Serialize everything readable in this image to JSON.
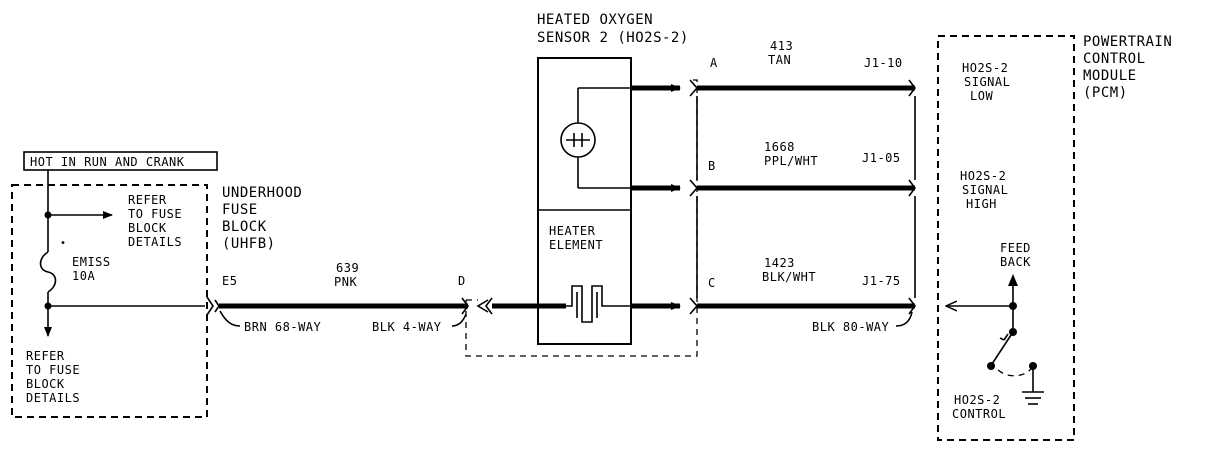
{
  "hot_label": "HOT IN RUN AND CRANK",
  "fuse_refer_top": [
    "REFER",
    "TO FUSE",
    "BLOCK",
    "DETAILS"
  ],
  "fuse_refer_bottom": [
    "REFER",
    "TO FUSE",
    "BLOCK",
    "DETAILS"
  ],
  "fuse_name": "EMISS",
  "fuse_rating": "10A",
  "fuse_block_title": [
    "UNDERHOOD",
    "FUSE",
    "BLOCK",
    "(UHFB)"
  ],
  "fuse_block_terminal": "E5",
  "wire1_circuit": "639",
  "wire1_color": "PNK",
  "wire1_end_terminal": "D",
  "connector_left": "BRN 68-WAY",
  "connector_mid": "BLK 4-WAY",
  "sensor_title": [
    "HEATED OXYGEN",
    "SENSOR 2 (HO2S-2)"
  ],
  "heater_label": [
    "HEATER",
    "ELEMENT"
  ],
  "pins": {
    "a": {
      "label": "A",
      "circuit": "413",
      "color": "TAN",
      "pcm_pin": "J1-10"
    },
    "b": {
      "label": "B",
      "circuit": "1668",
      "color": "PPL/WHT",
      "pcm_pin": "J1-05"
    },
    "c": {
      "label": "C",
      "circuit": "1423",
      "color": "BLK/WHT",
      "pcm_pin": "J1-75"
    }
  },
  "connector_right": "BLK 80-WAY",
  "pcm_title": [
    "POWERTRAIN",
    "CONTROL",
    "MODULE",
    "(PCM)"
  ],
  "signal_low": [
    "HO2S-2",
    "SIGNAL",
    "LOW"
  ],
  "signal_high": [
    "HO2S-2",
    "SIGNAL",
    "HIGH"
  ],
  "feed_back": [
    "FEED",
    "BACK"
  ],
  "control_label": [
    "HO2S-2",
    "CONTROL"
  ]
}
